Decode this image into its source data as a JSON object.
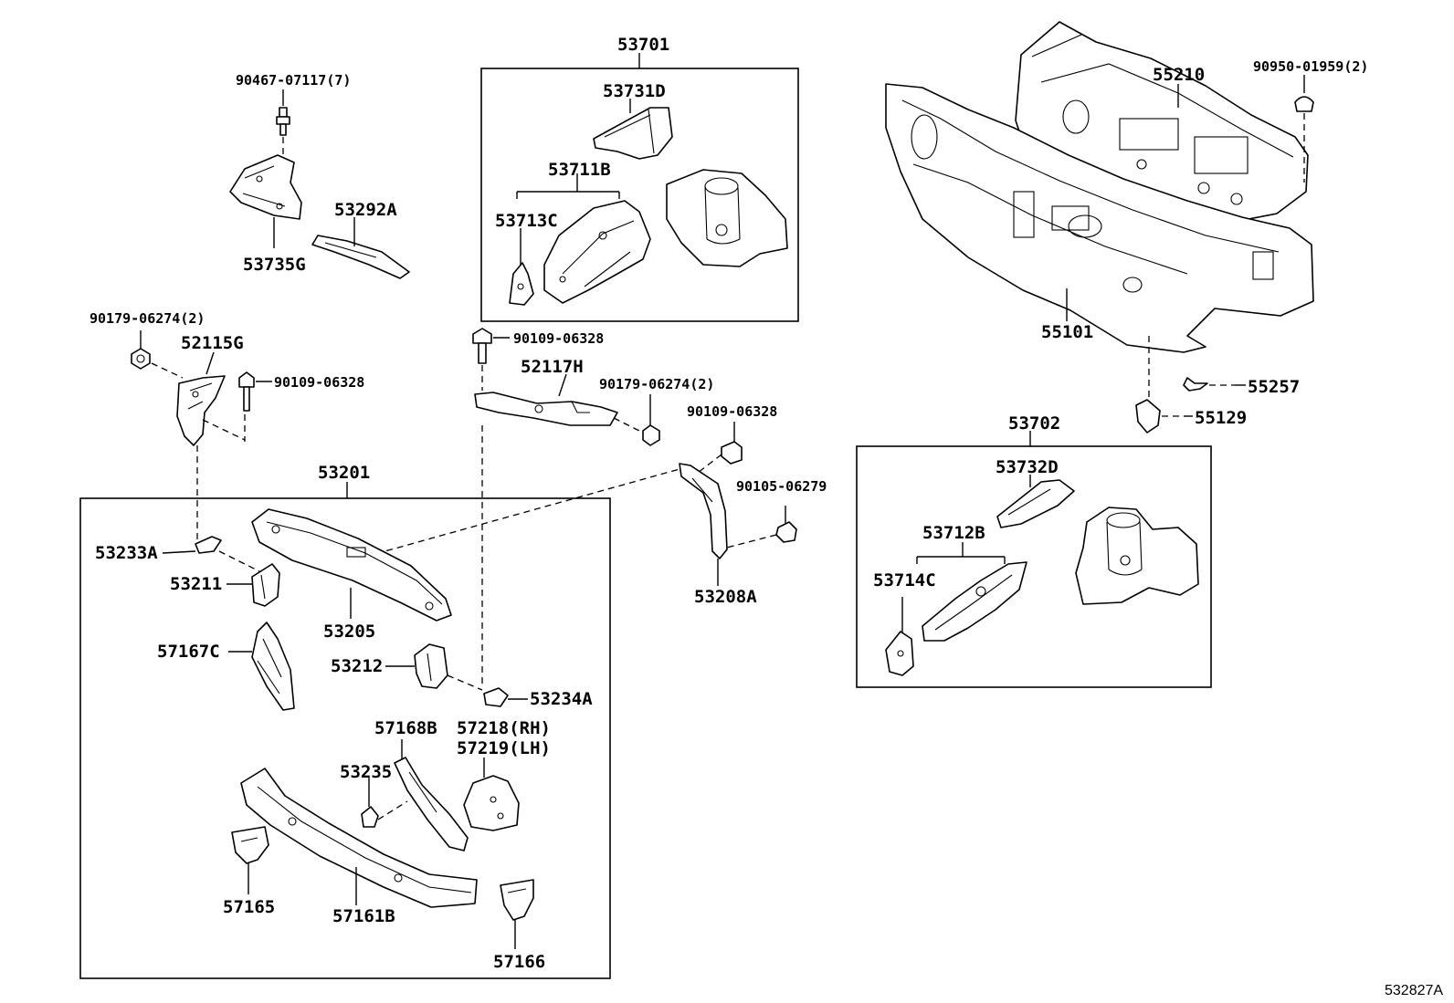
{
  "diagram": {
    "drawing_ref": "532827A",
    "labels": {
      "p90467": "90467-07117(7)",
      "p53735g": "53735G",
      "p53292a": "53292A",
      "p53701": "53701",
      "p53731d": "53731D",
      "p53711b": "53711B",
      "p53713c": "53713C",
      "p55210": "55210",
      "p90950": "90950-01959(2)",
      "p55101": "55101",
      "p55257": "55257",
      "p55129": "55129",
      "p90179a": "90179-06274(2)",
      "p52115g": "52115G",
      "p90109a": "90109-06328",
      "p90109b": "90109-06328",
      "p52117h": "52117H",
      "p90179b": "90179-06274(2)",
      "p90109c": "90109-06328",
      "p90105": "90105-06279",
      "p53208a": "53208A",
      "p53201": "53201",
      "p53233a": "53233A",
      "p53211": "53211",
      "p53205": "53205",
      "p57167c": "57167C",
      "p53212": "53212",
      "p53234a": "53234A",
      "p57168b": "57168B",
      "p57218": "57218(RH)",
      "p57219": "57219(LH)",
      "p53235": "53235",
      "p57165": "57165",
      "p57161b": "57161B",
      "p57166": "57166",
      "p53702": "53702",
      "p53732d": "53732D",
      "p53712b": "53712B",
      "p53714c": "53714C"
    }
  }
}
